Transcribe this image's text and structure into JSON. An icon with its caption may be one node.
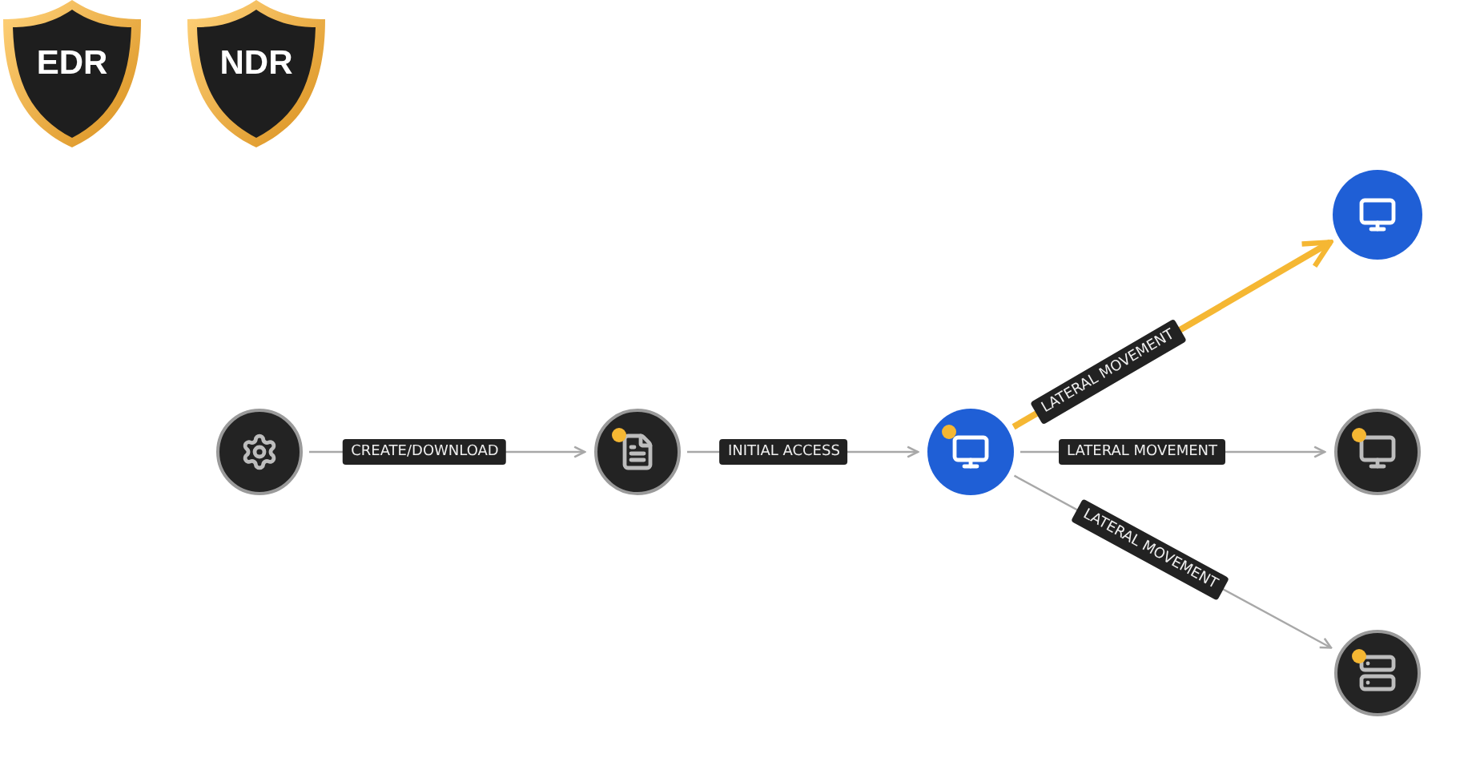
{
  "diagram": {
    "nodes": [
      {
        "text": [
          "EDR"
        ]
      },
      {
        "text": [
          "NDR"
        ]
      },
      {
        "text": [],
        "shape": "circle"
      },
      {
        "text": [],
        "shape": "circle"
      },
      {
        "text": [],
        "shape": "circle"
      },
      {
        "text": [],
        "shape": "circle"
      },
      {
        "text": [],
        "shape": "circle"
      },
      {
        "text": [],
        "shape": "circle"
      }
    ],
    "edges": [
      {
        "from": 2,
        "to": 3,
        "arrow": "to",
        "label": "CREATE/DOWNLOAD"
      },
      {
        "from": 3,
        "to": 4,
        "arrow": "to",
        "label": "INITIAL ACCESS"
      },
      {
        "from": 4,
        "to": 5,
        "arrow": "to",
        "label": "LATERAL MOVEMENT",
        "style": "thick",
        "color": "#f5b733"
      },
      {
        "from": 4,
        "to": 6,
        "arrow": "to",
        "label": "LATERAL MOVEMENT"
      },
      {
        "from": 4,
        "to": 7,
        "arrow": "to",
        "label": "LATERAL MOVEMENT"
      }
    ]
  }
}
